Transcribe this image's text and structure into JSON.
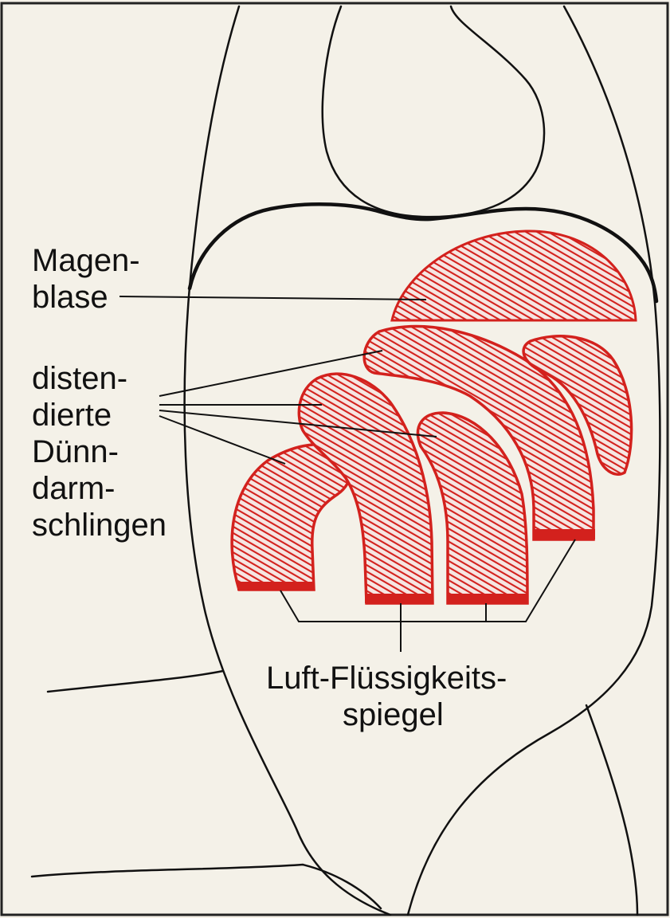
{
  "colors": {
    "background": "#f4f1e8",
    "gas_fill": "#d3211d",
    "line": "#111111"
  },
  "labels": {
    "magenblase_1": "Magen-",
    "magenblase_2": "blase",
    "duenndarm_1": "disten-",
    "duenndarm_2": "dierte",
    "duenndarm_3": "Dünn-",
    "duenndarm_4": "darm-",
    "duenndarm_5": "schlingen",
    "spiegel_1": "Luft-Flüssigkeits-",
    "spiegel_2": "spiegel"
  }
}
